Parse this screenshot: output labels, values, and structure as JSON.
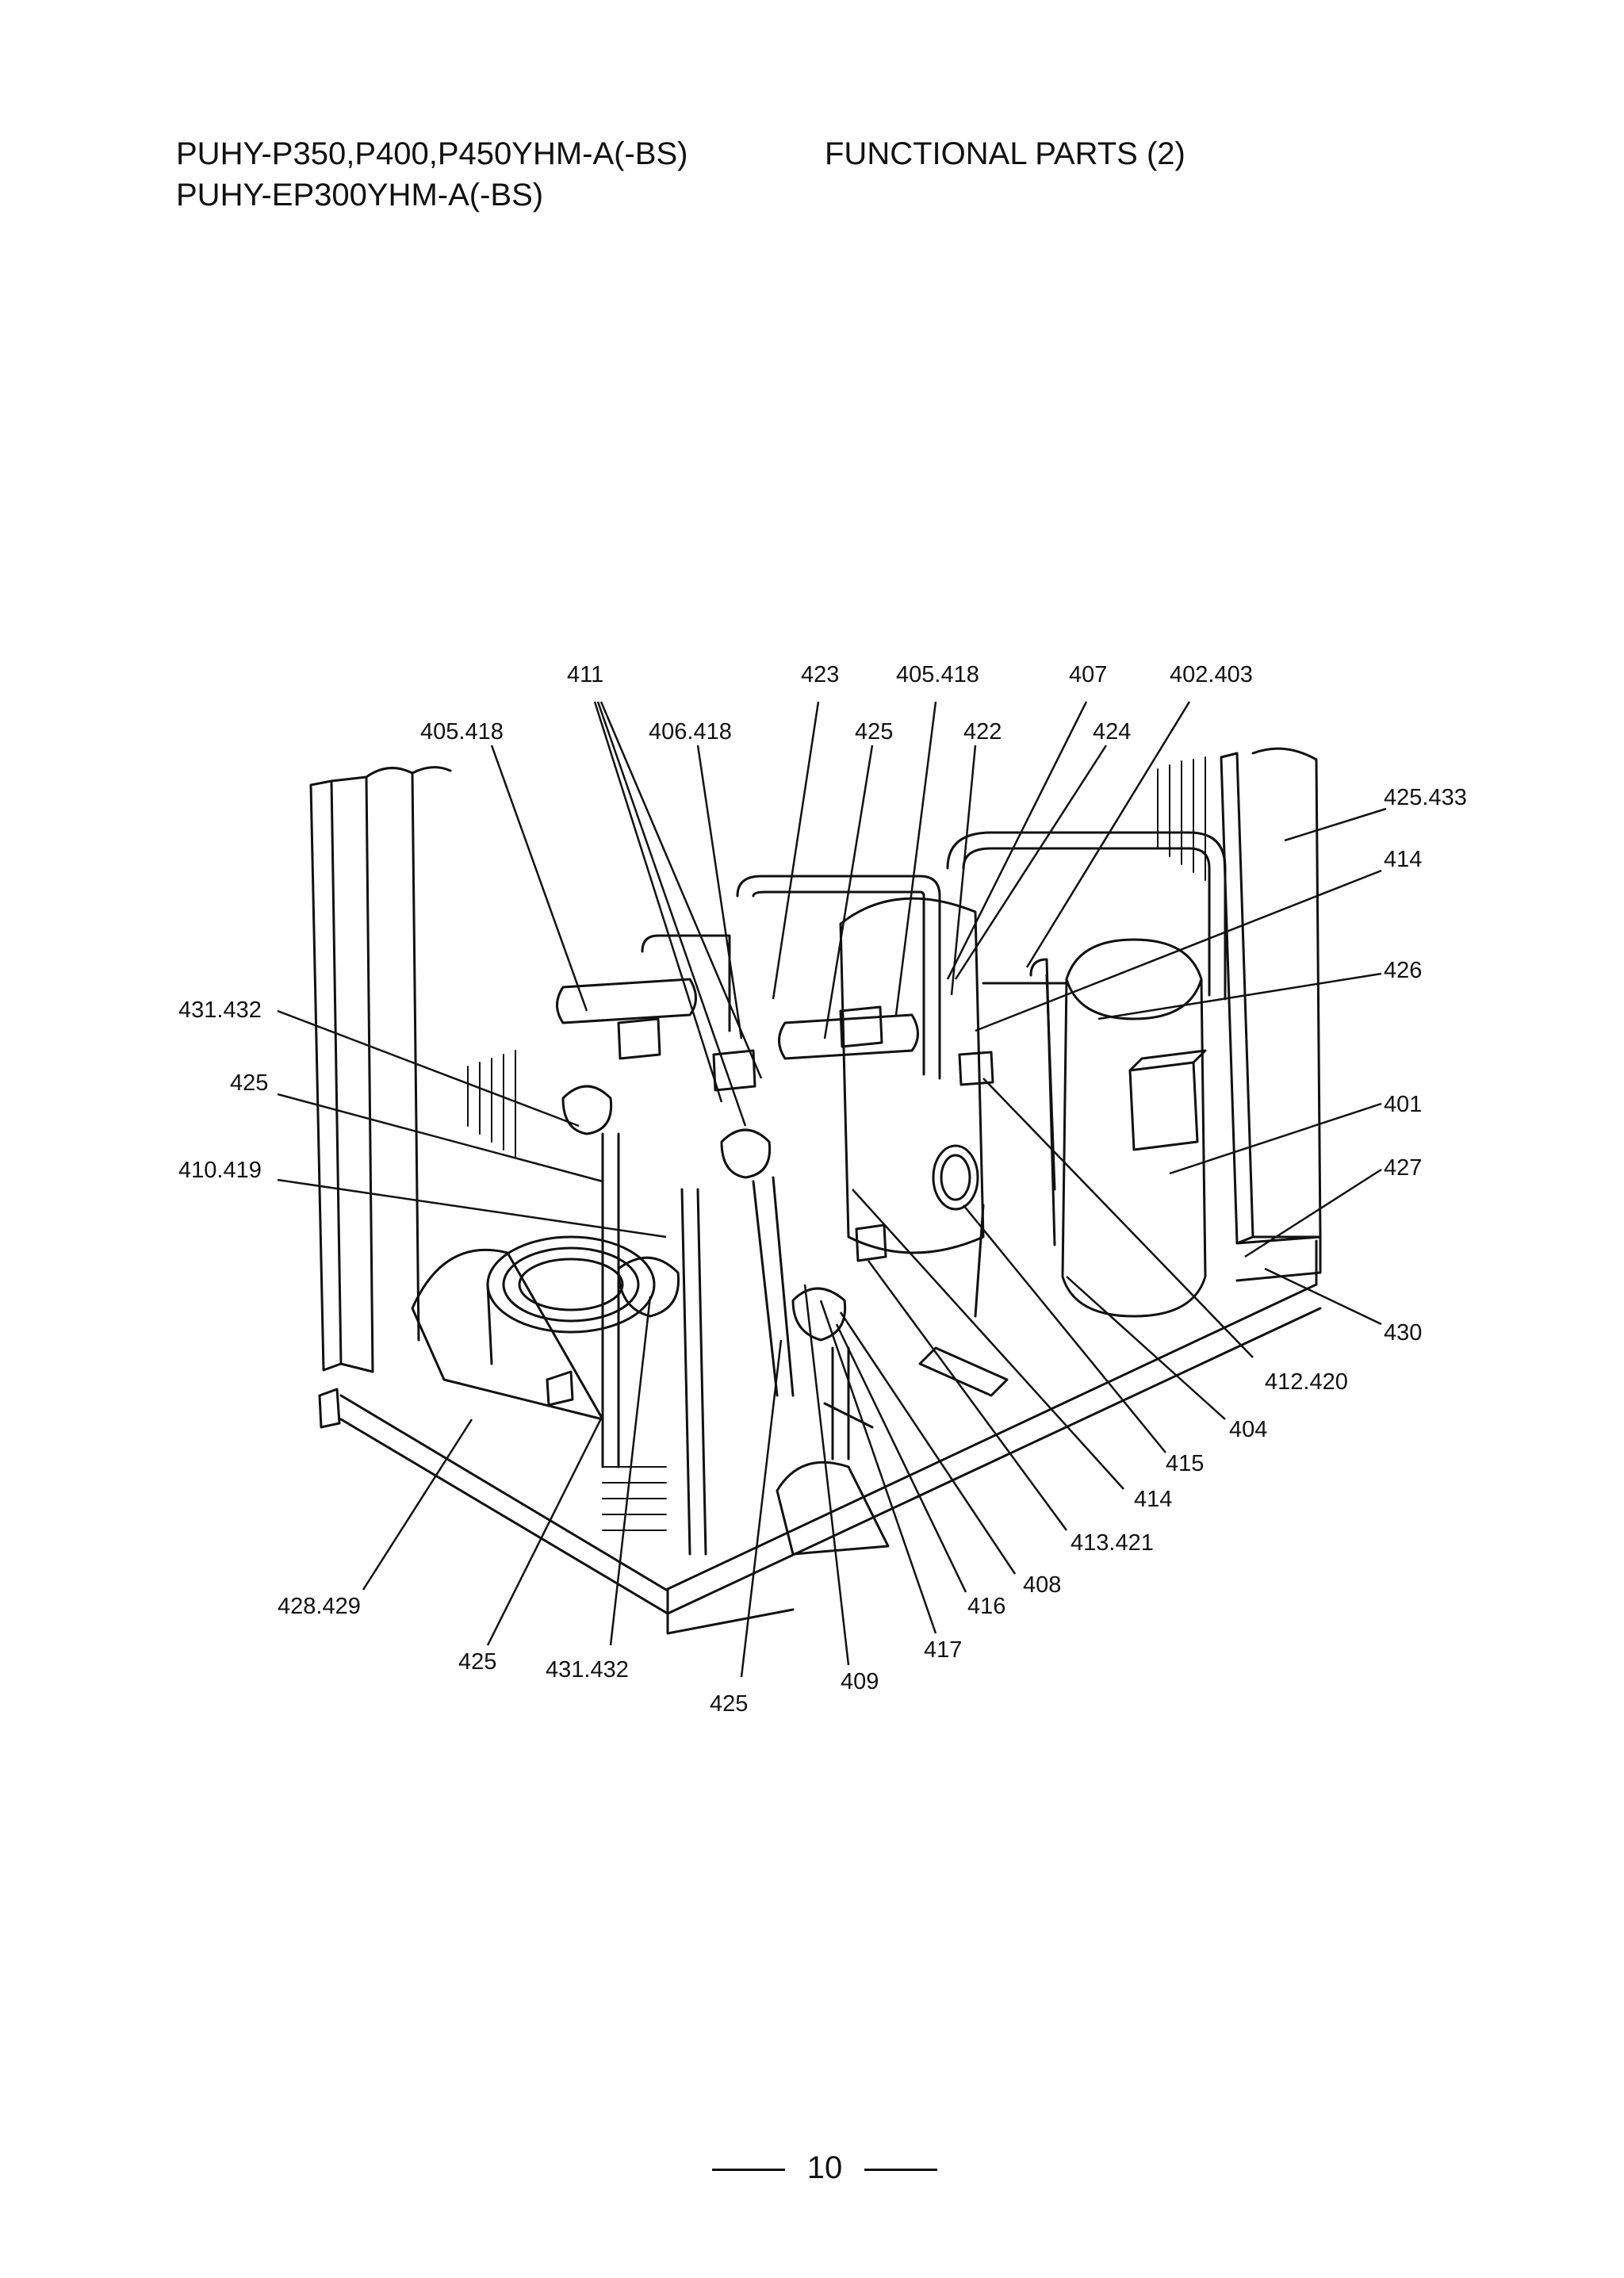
{
  "header": {
    "model_line_1": "PUHY-P350,P400,P450YHM-A(-BS)",
    "model_line_2": "PUHY-EP300YHM-A(-BS)",
    "section_title": "FUNCTIONAL PARTS (2)"
  },
  "callouts": {
    "c411": "411",
    "c423": "423",
    "c405_418_top": "405.418",
    "c407": "407",
    "c402_403": "402.403",
    "c405_418_left": "405.418",
    "c406_418": "406.418",
    "c425_top": "425",
    "c422": "422",
    "c424": "424",
    "c425_433": "425.433",
    "c414_right": "414",
    "c426": "426",
    "c431_432_left": "431.432",
    "c425_left": "425",
    "c401": "401",
    "c410_419": "410.419",
    "c427": "427",
    "c430": "430",
    "c412_420": "412.420",
    "c404": "404",
    "c415": "415",
    "c414_bottom": "414",
    "c413_421": "413.421",
    "c408": "408",
    "c428_429": "428.429",
    "c416": "416",
    "c417": "417",
    "c425_bl": "425",
    "c431_432_bottom": "431.432",
    "c409": "409",
    "c425_bottom": "425"
  },
  "footer": {
    "page_number": "10"
  }
}
